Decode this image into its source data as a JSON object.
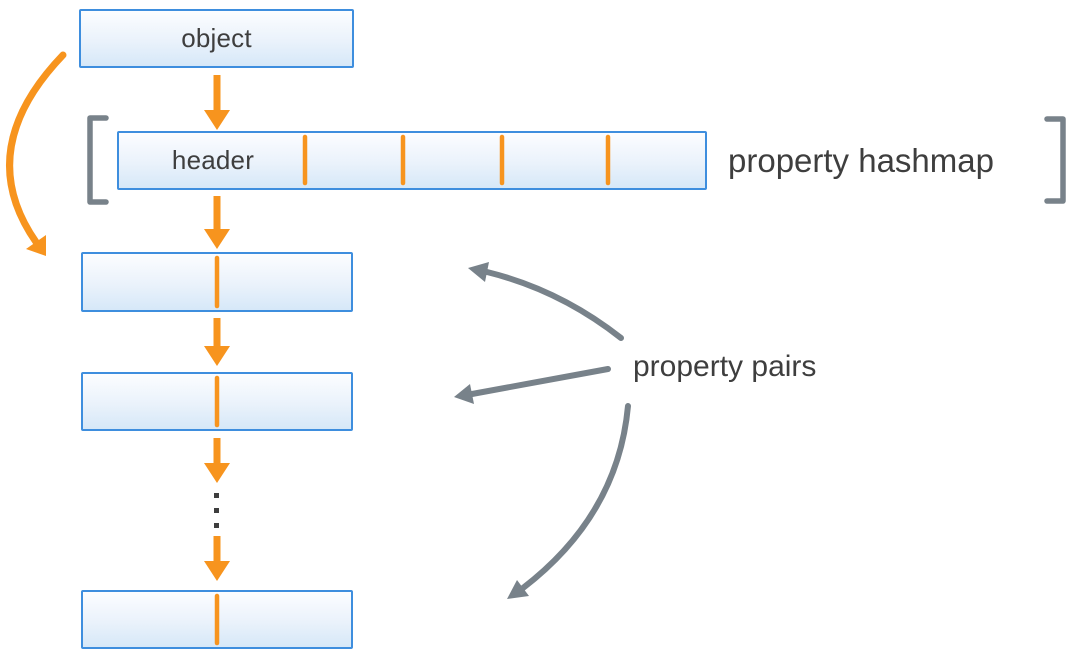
{
  "labels": {
    "object": "object",
    "header": "header",
    "property_hashmap": "property hashmap",
    "property_pairs": "property pairs"
  },
  "structure": {
    "header_slot_divider_count": 4,
    "visible_property_pair_rows": 3,
    "ellipsis_dot_count": 3,
    "flow": "object -> property hashmap header -> chained property pairs"
  },
  "colors": {
    "orange": "#F7941E",
    "blue_border": "#3E8EDE",
    "box_fill_top": "#FCFDFF",
    "box_fill_bottom": "#D6E8F8",
    "gray": "#78828A",
    "text_dark": "#3E3E3E",
    "background": "#FFFFFF"
  }
}
